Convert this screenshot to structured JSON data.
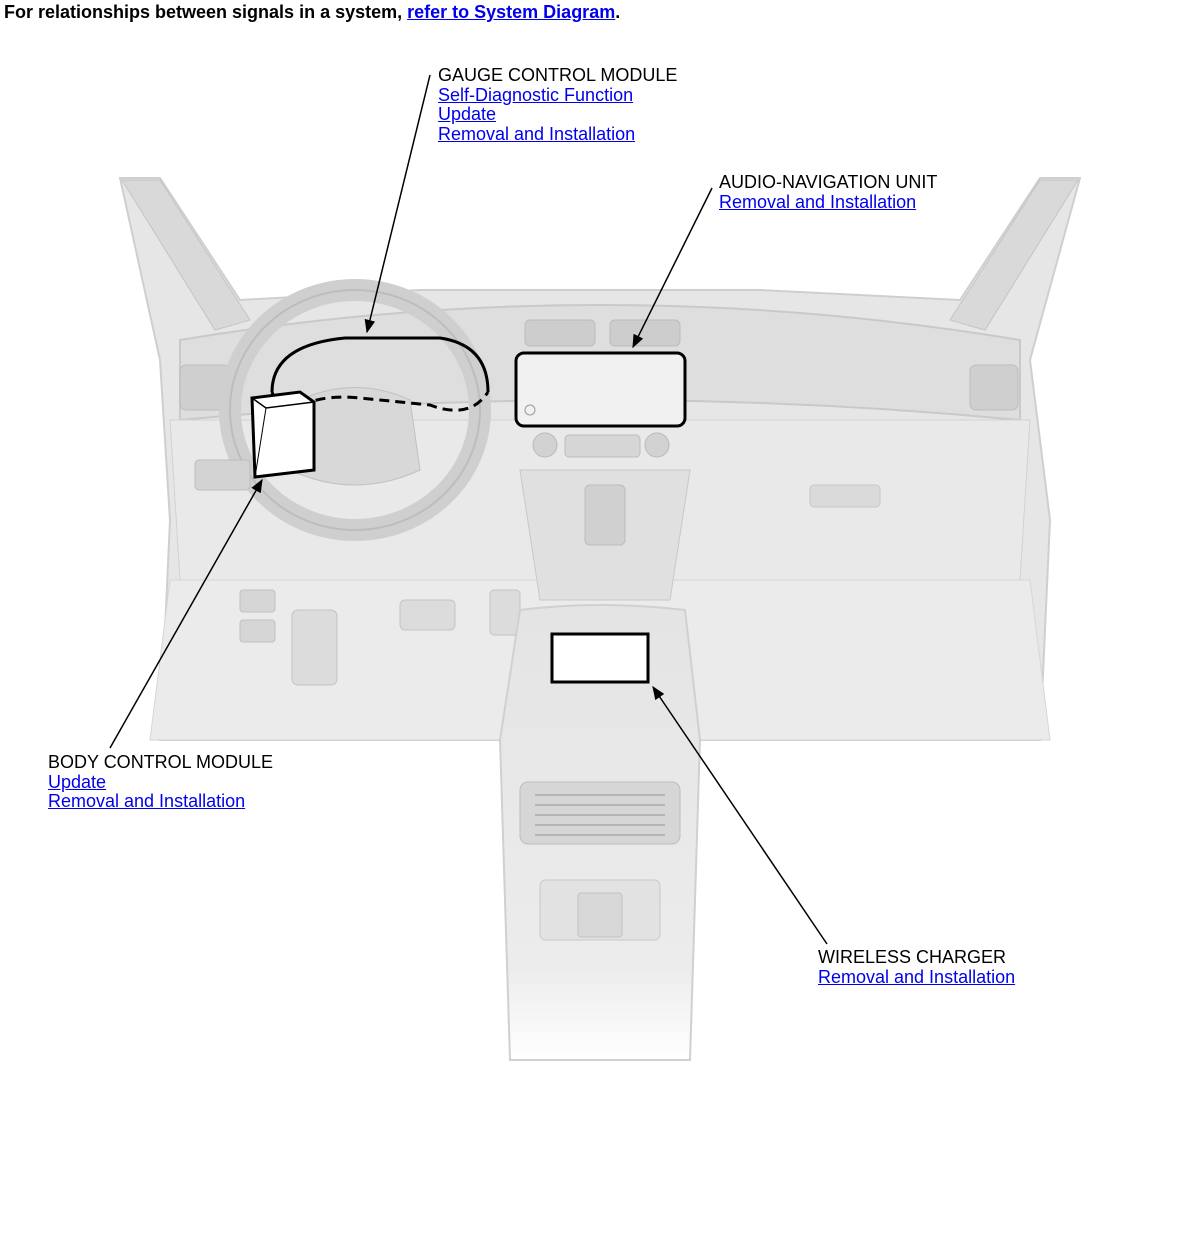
{
  "intro": {
    "text": "For relationships between signals in a system, ",
    "link": "refer to System Diagram",
    "end": "."
  },
  "callouts": {
    "gauge": {
      "title": "GAUGE CONTROL MODULE",
      "links": [
        "Self-Diagnostic Function",
        "Update",
        "Removal and Installation"
      ]
    },
    "audio": {
      "title": "AUDIO-NAVIGATION UNIT",
      "links": [
        "Removal and Installation"
      ]
    },
    "body": {
      "title": "BODY CONTROL MODULE",
      "links": [
        "Update",
        "Removal and Installation"
      ]
    },
    "wireless": {
      "title": "WIRELESS CHARGER",
      "links": [
        "Removal and Installation"
      ]
    }
  }
}
